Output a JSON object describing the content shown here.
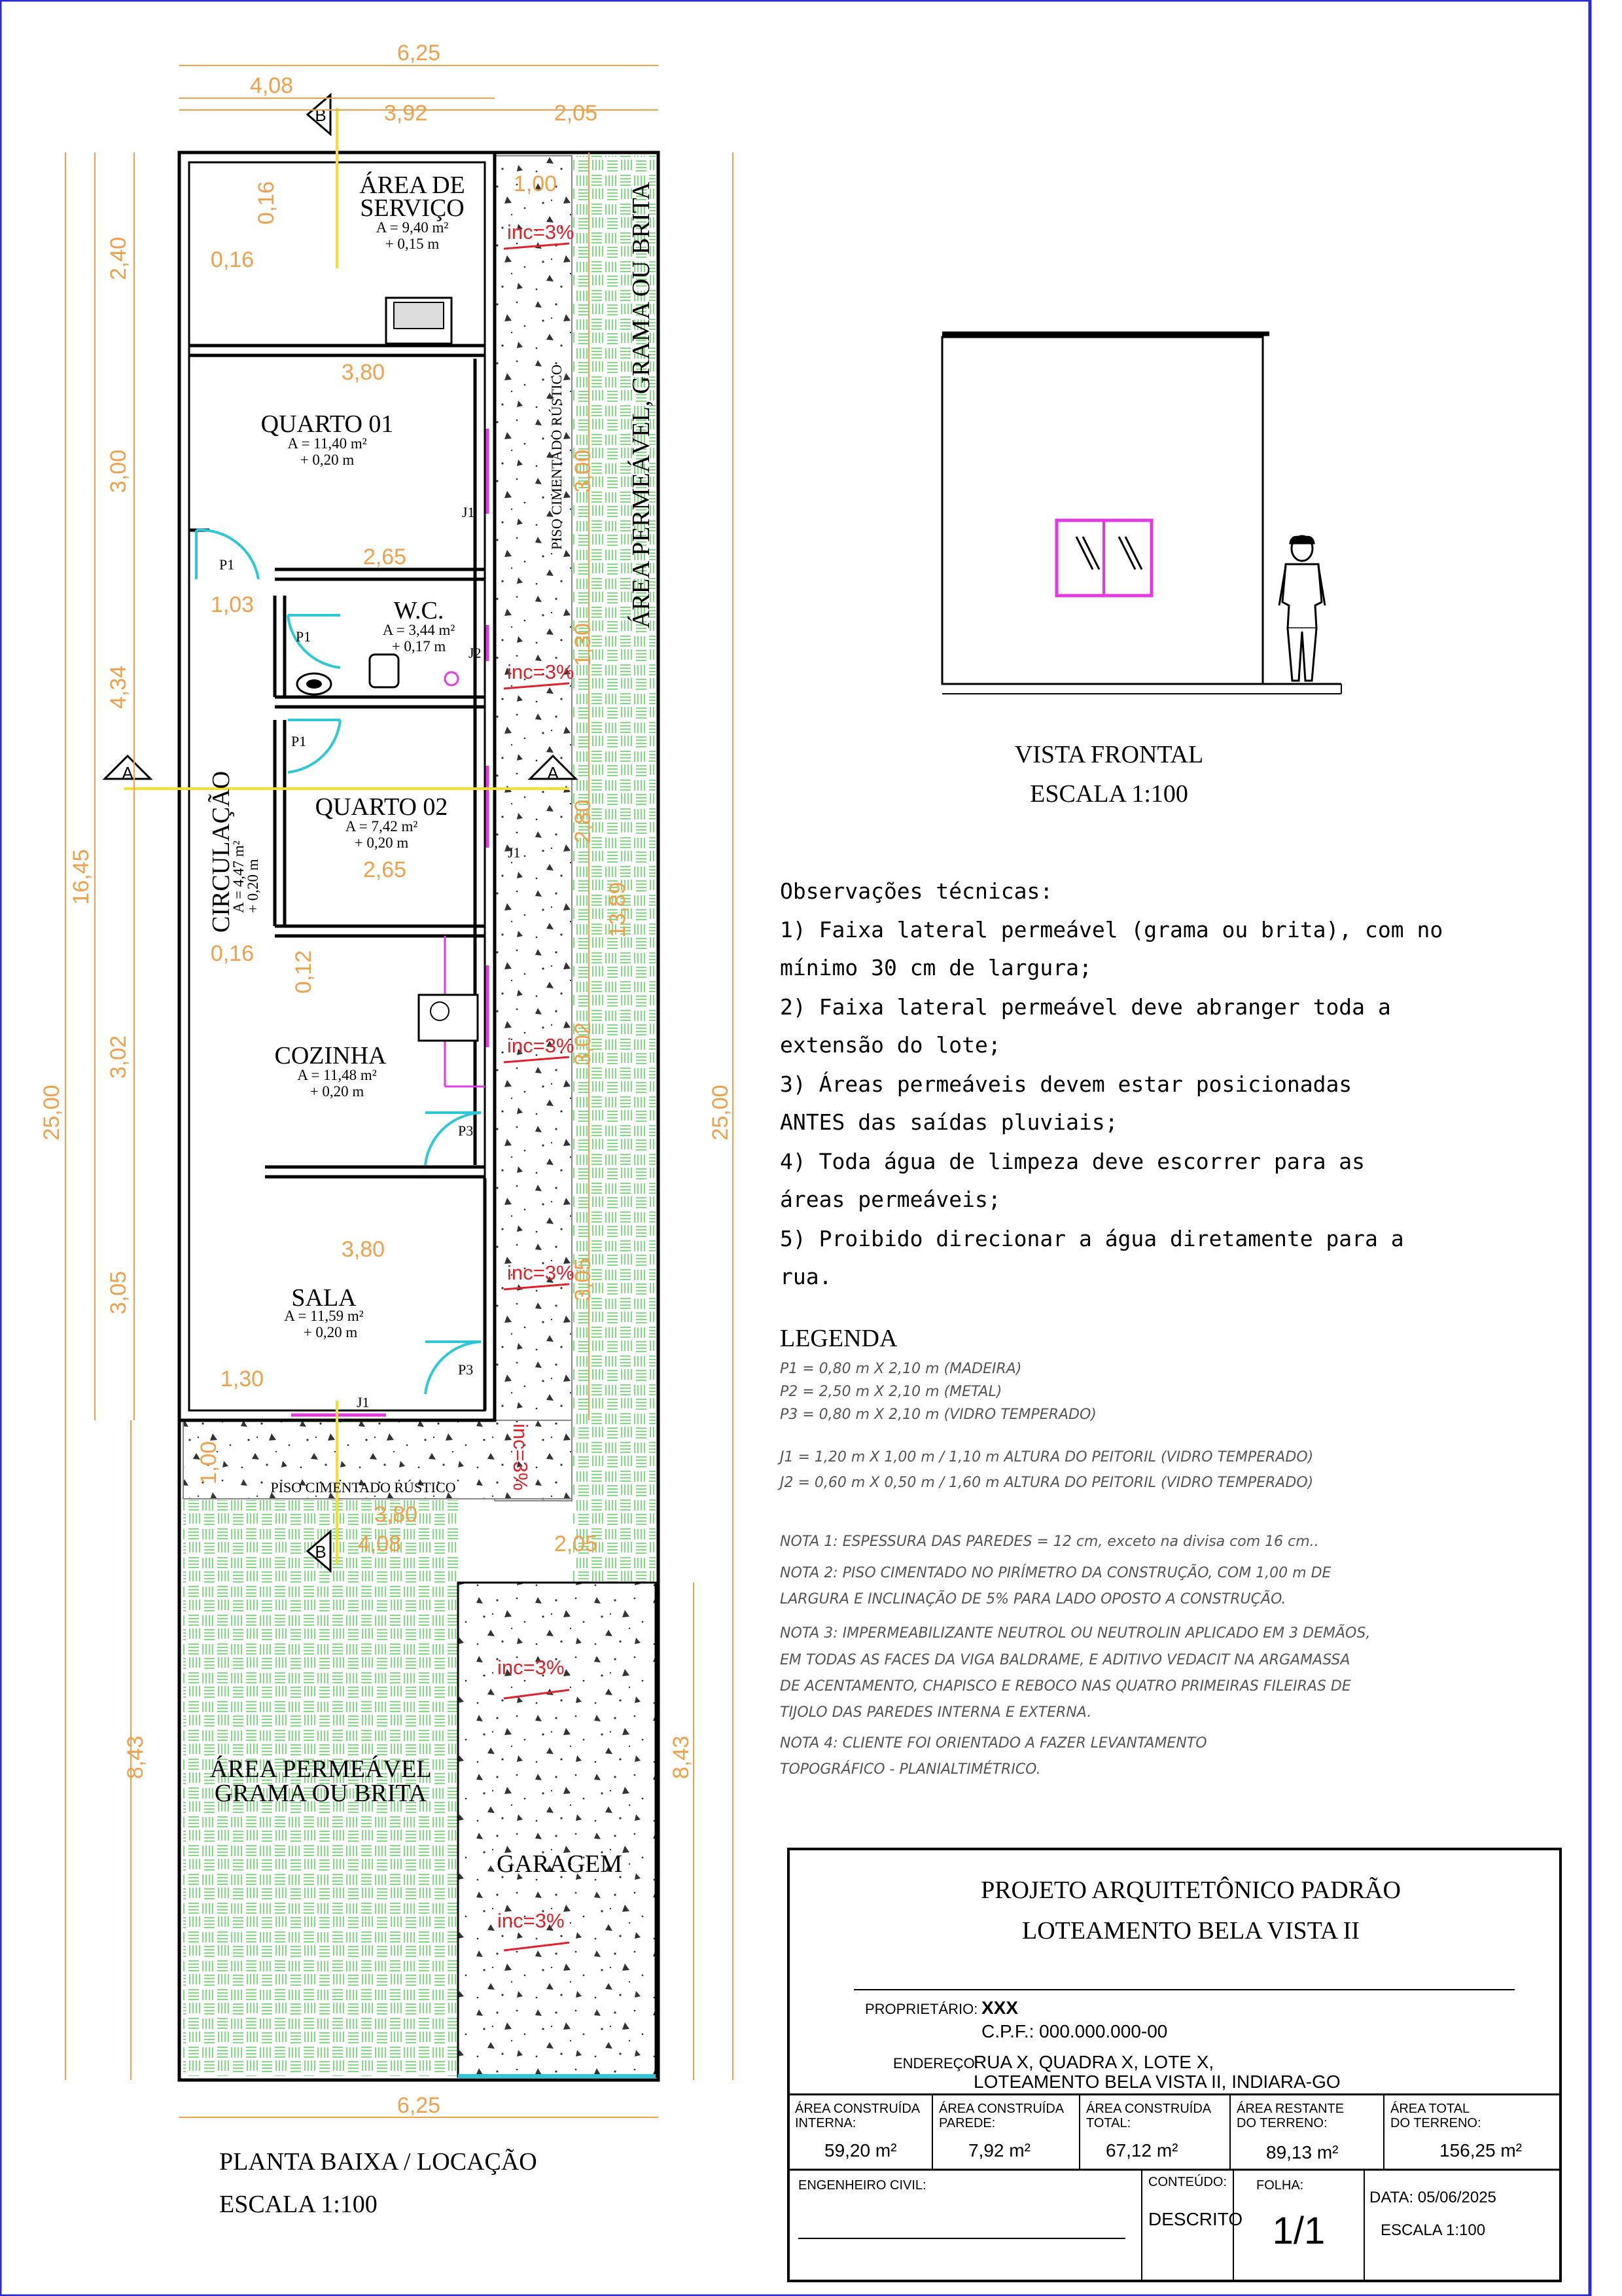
{
  "plan": {
    "rooms": {
      "servico_title_1": "ÁREA DE",
      "servico_title_2": "SERVIÇO",
      "servico_area": "A = 9,40 m²",
      "servico_level": "+ 0,15 m",
      "quarto01_title": "QUARTO 01",
      "quarto01_area": "A = 11,40 m²",
      "quarto01_level": "+ 0,20 m",
      "wc_title": "W.C.",
      "wc_area": "A = 3,44 m²",
      "wc_level": "+ 0,17 m",
      "quarto02_title": "QUARTO 02",
      "quarto02_area": "A = 7,42 m²",
      "quarto02_level": "+ 0,20 m",
      "circulacao_title": "CIRCULAÇÃO",
      "circulacao_area": "A = 4,47 m²",
      "circulacao_level": "+ 0,20 m",
      "cozinha_title": "COZINHA",
      "cozinha_area": "A = 11,48 m²",
      "cozinha_level": "+ 0,20 m",
      "sala_title": "SALA",
      "sala_area": "A = 11,59 m²",
      "sala_level": "+ 0,20 m",
      "garagem_title": "GARAGEM",
      "permeavel_side": "ÁREA PERMEÁVEL, GRAMA OU BRITA",
      "permeavel_front_1": "ÁREA PERMEÁVEL",
      "permeavel_front_2": "GRAMA OU BRITA",
      "piso_side": "PISO CIMENTADO RÚSTICO",
      "piso_front": "PISO CIMENTADO RÚSTICO"
    },
    "openings": {
      "p1": "P1",
      "p3": "P3",
      "j1": "J1",
      "j2": "J2"
    },
    "slope": "inc=3%",
    "section_a": "A",
    "section_b": "B",
    "dims_top": {
      "total": "6,25",
      "left_a": "4,08",
      "left_b": "3,92",
      "right": "2,05"
    },
    "dims_left": {
      "servico": "2,40",
      "quarto01": "3,00",
      "wc_block": "4,34",
      "cozinha": "3,02",
      "sala": "3,05",
      "house": "16,45",
      "total": "25,00",
      "front": "8,43"
    },
    "dims_right": {
      "d1": "3,00",
      "d2": "1,30",
      "d3": "2,80",
      "d4": "13,89",
      "d5": "3,02",
      "d6": "3,05",
      "total": "25,00",
      "front": "8,43"
    },
    "dims_inner": {
      "wall_016a": "0,16",
      "wall_016b": "0,16",
      "wall_016c": "0,16",
      "wall_012": "0,12",
      "q01_w": "3,80",
      "wc_w": "2,65",
      "p1_off": "1,03",
      "q02_w": "2,65",
      "sala_w": "3,80",
      "sala_door": "1,30",
      "piso_w": "1,00",
      "piso_front": "1,00",
      "bottom_380": "3,80",
      "bottom_408": "4,08",
      "bottom_205": "2,05",
      "bottom_total": "6,25"
    },
    "title_1": "PLANTA BAIXA / LOCAÇÃO",
    "title_2": "ESCALA 1:100"
  },
  "front_view": {
    "title_1": "VISTA FRONTAL",
    "title_2": "ESCALA 1:100"
  },
  "notes": {
    "heading": "Observações técnicas:",
    "lines": [
      "1) Faixa lateral permeável (grama ou brita), com no",
      "mínimo 30 cm de largura;",
      "2) Faixa lateral permeável deve abranger toda a",
      "extensão do lote;",
      "3) Áreas permeáveis devem estar posicionadas",
      "ANTES das saídas pluviais;",
      "4) Toda água de limpeza deve escorrer para as",
      "áreas permeáveis;",
      "5) Proibido direcionar a água diretamente para a",
      "rua."
    ]
  },
  "legend": {
    "heading": "LEGENDA",
    "items": [
      "P1 = 0,80 m X 2,10 m (MADEIRA)",
      "P2 = 2,50 m X 2,10 m (METAL)",
      "P3 = 0,80 m X 2,10 m (VIDRO TEMPERADO)",
      "J1 = 1,20 m X 1,00 m / 1,10 m ALTURA DO PEITORIL (VIDRO TEMPERADO)",
      "J2 = 0,60 m X 0,50 m / 1,60 m ALTURA DO PEITORIL (VIDRO TEMPERADO)"
    ],
    "notes": [
      "NOTA 1: ESPESSURA DAS PAREDES = 12 cm, exceto na divisa com 16 cm..",
      "NOTA 2: PISO CIMENTADO NO PIRÍMETRO DA CONSTRUÇÃO, COM 1,00 m DE",
      "LARGURA E INCLINAÇÃO DE 5% PARA LADO OPOSTO A CONSTRUÇÃO.",
      "NOTA 3: IMPERMEABILIZANTE NEUTROL OU NEUTROLIN APLICADO EM 3 DEMÃOS,",
      "EM TODAS AS FACES DA VIGA BALDRAME, E ADITIVO VEDACIT NA ARGAMASSA",
      "DE ACENTAMENTO, CHAPISCO E REBOCO NAS QUATRO PRIMEIRAS FILEIRAS DE",
      "TIJOLO DAS PAREDES INTERNA E EXTERNA.",
      "NOTA 4: CLIENTE FOI ORIENTADO A FAZER LEVANTAMENTO",
      "TOPOGRÁFICO - PLANIALTIMÉTRICO."
    ]
  },
  "title_block": {
    "title_1": "PROJETO ARQUITETÔNICO PADRÃO",
    "title_2": "LOTEAMENTO BELA VISTA II",
    "owner_label": "PROPRIETÁRIO:",
    "owner_value": "XXX",
    "cpf": "C.P.F.:  000.000.000-00",
    "address_label": "ENDEREÇO:",
    "address_1": "RUA X,  QUADRA X,  LOTE X,",
    "address_2": "LOTEAMENTO  BELA  VISTA  II,  INDIARA-GO",
    "cells": [
      {
        "label_1": "ÁREA CONSTRUÍDA",
        "label_2": "INTERNA:",
        "value": "59,20  m²"
      },
      {
        "label_1": "ÁREA CONSTRUÍDA",
        "label_2": "PAREDE:",
        "value": "7,92  m²"
      },
      {
        "label_1": "ÁREA CONSTRUÍDA",
        "label_2": "TOTAL:",
        "value": "67,12  m²"
      },
      {
        "label_1": "ÁREA RESTANTE",
        "label_2": "DO TERRENO:",
        "value": "89,13  m²"
      },
      {
        "label_1": "ÁREA TOTAL",
        "label_2": "DO TERRENO:",
        "value": "156,25  m²"
      }
    ],
    "engineer_label": "ENGENHEIRO CIVIL:",
    "content_label": "CONTEÚDO:",
    "content_value": "DESCRITO",
    "sheet_label": "FOLHA:",
    "sheet_value": "1/1",
    "date": "DATA: 05/06/2025",
    "scale": "ESCALA  1:100"
  },
  "colors": {
    "dimension": "#f0a04b",
    "permeable": "#6fd86f",
    "opening": "#e23ae0",
    "door_swing": "#2cc8d8",
    "slope": "#e0202a",
    "section_line": "#f2e22a"
  }
}
